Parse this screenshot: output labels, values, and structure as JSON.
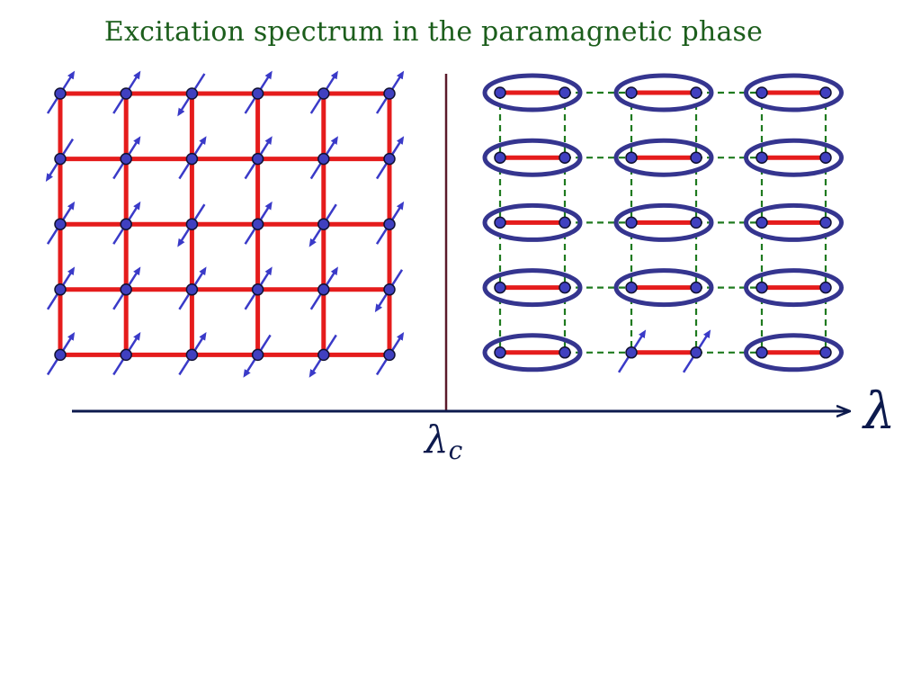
{
  "title": "Excitation spectrum in the paramagnetic phase",
  "axis": {
    "parameter_label": "λ",
    "critical_label": "λ",
    "critical_subscript": "c"
  },
  "colors": {
    "title": "#1c5e1c",
    "bond_strong": "#e51c1c",
    "bond_weak": "#1f7a1f",
    "site": "#4040c0",
    "site_outline": "#111133",
    "spin_arrow": "#3a3ac8",
    "dimer_ellipse": "#35358f",
    "axis": "#0d1a4d",
    "critical_line": "#5a1a2a"
  },
  "phases": {
    "ordered": {
      "description_shown": false,
      "rows": 5,
      "cols": 6,
      "spins": [
        [
          "up",
          "up",
          "down",
          "up",
          "up",
          "up"
        ],
        [
          "down",
          "up",
          "up",
          "up",
          "up",
          "up"
        ],
        [
          "up",
          "up",
          "down",
          "up",
          "down",
          "up"
        ],
        [
          "up",
          "up",
          "up",
          "up",
          "up",
          "down"
        ],
        [
          "up",
          "up",
          "up",
          "down",
          "down",
          "up"
        ]
      ]
    },
    "dimer": {
      "rows": 5,
      "dimers_per_row": 3,
      "broken_dimer": {
        "row": 4,
        "dimer": 1
      }
    }
  }
}
